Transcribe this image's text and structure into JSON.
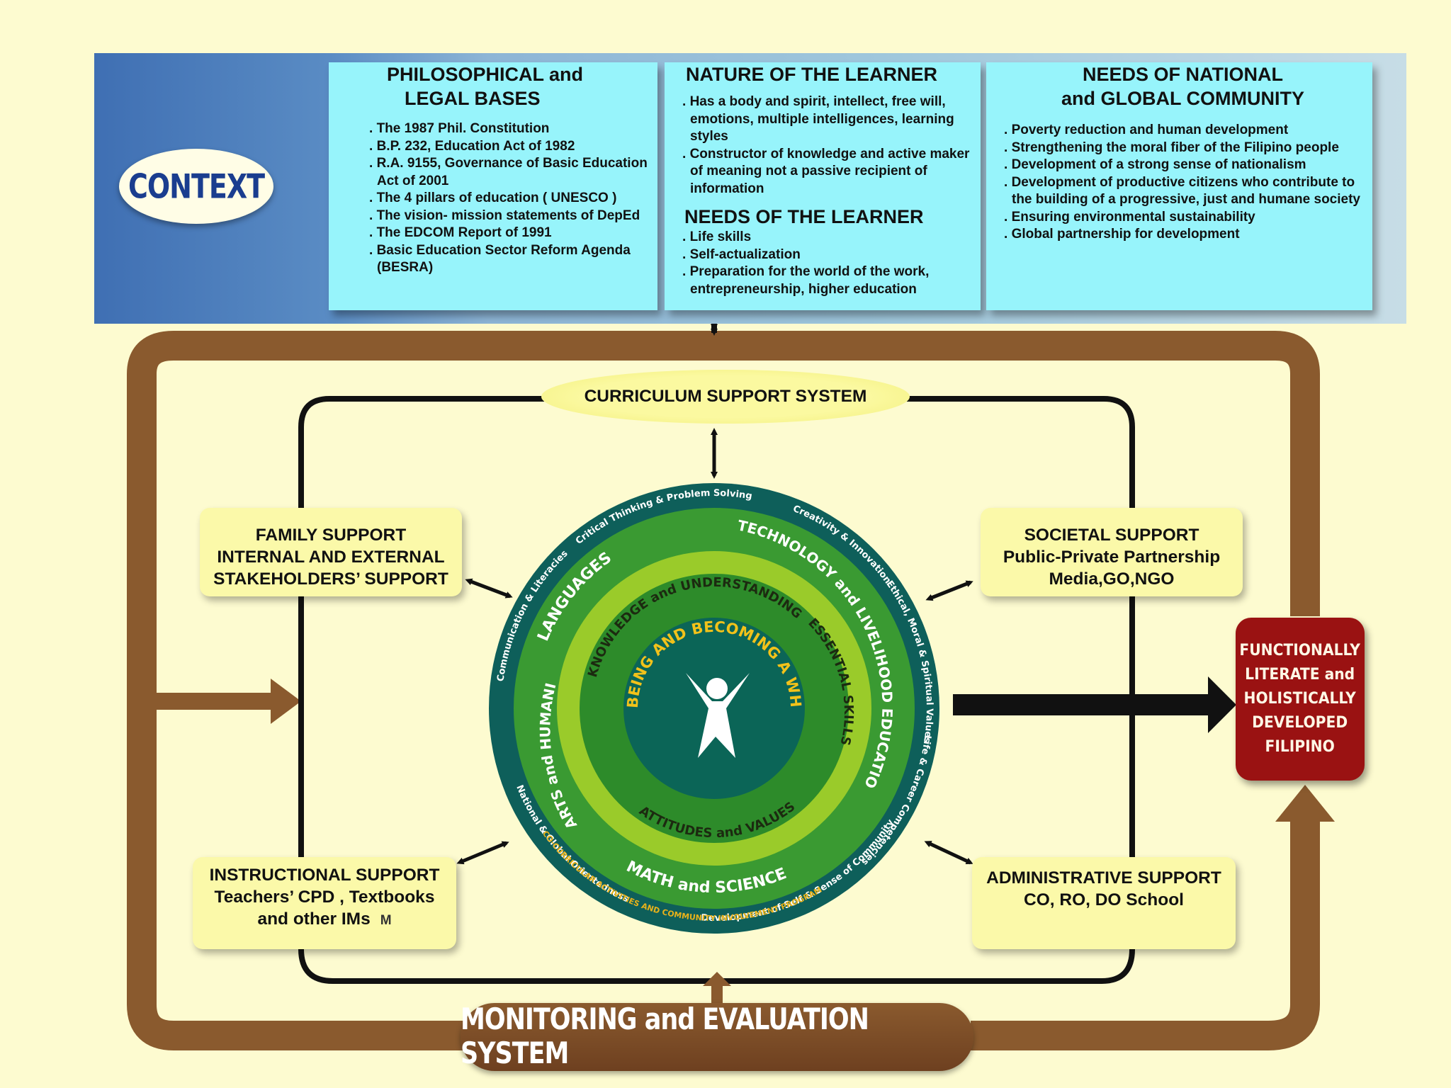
{
  "context": {
    "label": "CONTEXT"
  },
  "philosophical": {
    "title_line1": "PHILOSOPHICAL and",
    "title_line2": "LEGAL BASES",
    "items": [
      "The 1987 Phil. Constitution",
      "B.P. 232, Education Act of 1982",
      "R.A. 9155, Governance of Basic Education Act of 2001",
      "The 4 pillars of education ( UNESCO )",
      "The vision- mission statements of DepEd",
      "The EDCOM Report of 1991",
      "Basic Education Sector Reform Agenda (BESRA)"
    ]
  },
  "nature_learner": {
    "title": "NATURE OF THE LEARNER",
    "items": [
      "Has a body and spirit, intellect, free will, emotions, multiple  intelligences, learning styles",
      "Constructor of knowledge and active maker of meaning not a passive recipient of information"
    ]
  },
  "needs_learner": {
    "title": "NEEDS OF THE LEARNER",
    "items": [
      "Life skills",
      "Self-actualization",
      "Preparation for the world of the work, entrepreneurship, higher education"
    ]
  },
  "needs_community": {
    "title_line1": "NEEDS OF NATIONAL",
    "title_line2": "and  GLOBAL COMMUNITY",
    "items": [
      "Poverty reduction and human development",
      "Strengthening the moral fiber of the Filipino people",
      "Development of a strong sense of nationalism",
      "Development of productive citizens who contribute to the building of a progressive, just and humane society",
      "Ensuring environmental sustainability",
      "Global partnership for development"
    ]
  },
  "curriculum_support": {
    "label": "CURRICULUM SUPPORT SYSTEM"
  },
  "family_support": {
    "line1": "FAMILY SUPPORT",
    "line2": "INTERNAL AND EXTERNAL",
    "line3": "STAKEHOLDERS’ SUPPORT"
  },
  "societal_support": {
    "line1": "SOCIETAL SUPPORT",
    "line2": "Public-Private Partnership",
    "line3": "Media,GO,NGO"
  },
  "instructional_support": {
    "line1": "INSTRUCTIONAL SUPPORT",
    "line2": "Teachers’ CPD , Textbooks",
    "line3": "and other IMs",
    "mark": "M"
  },
  "administrative_support": {
    "line1": "ADMINISTRATIVE SUPPORT",
    "line2": "CO, RO, DO School"
  },
  "outcome": {
    "label": "FUNCTIONALLY\nLITERATE and\nHOLISTICALLY\nDEVELOPED\nFILIPINO"
  },
  "monitoring": {
    "label": "MONITORING and EVALUATION SYSTEM"
  },
  "circle": {
    "outer_ring": [
      "Critical Thinking & Problem Solving",
      "Creativity & Innovation",
      "Ethical, Moral & Spiritual Values",
      "Life & Career Competencies",
      "Development of Self & Sense of Community",
      "National & Global Orientedness",
      "Communication & Literacies"
    ],
    "learning_areas": {
      "languages": "LANGUAGES",
      "technology": "TECHNOLOGY and LIVELIHOOD EDUCATION",
      "math_science": "MATH and SCIENCE",
      "arts": "ARTS and HUMANITIES",
      "cocurricular": "CO-CURRICULAR ACTIVITIES AND COMMUNITY INVOLVEMENT PROGRAM"
    },
    "inner": {
      "knowledge": "KNOWLEDGE and UNDERSTANDING",
      "skills": "ESSENTIAL SKILLS",
      "attitudes": "ATTITUDES and VALUES",
      "core": "BEING AND BECOMING A WHOLE PERSON"
    }
  },
  "colors": {
    "brown": "#8a5a2e",
    "outcome_red": "#9a1212",
    "cyan_box": "#97f4fb",
    "yellow_box": "#fbf9a9",
    "ring_dark": "#0e5f5a",
    "green": "#2f9a2f"
  }
}
